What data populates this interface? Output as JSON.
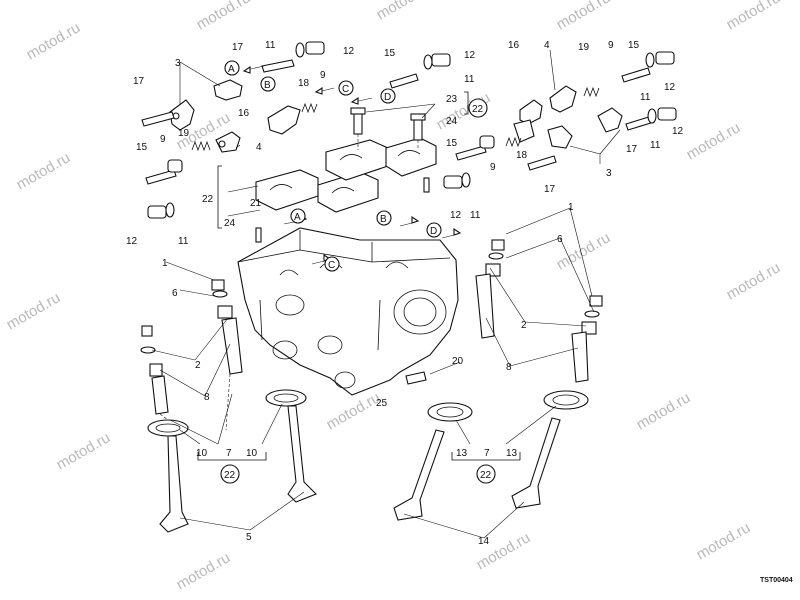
{
  "watermark": "motod.ru",
  "drawing_code": "TST00404",
  "labels": {
    "l1": "1",
    "l2": "2",
    "l3": "3",
    "l4": "4",
    "l5": "5",
    "l6": "6",
    "l7": "7",
    "l8": "8",
    "l9": "9",
    "l10": "10",
    "l11": "11",
    "l12": "12",
    "l13": "13",
    "l14": "14",
    "l15": "15",
    "l16": "16",
    "l17": "17",
    "l18": "18",
    "l19": "19",
    "l20": "20",
    "l21": "21",
    "l22": "22",
    "l23": "23",
    "l24": "24",
    "l25": "25"
  },
  "letters": {
    "a": "A",
    "b": "B",
    "c": "C",
    "d": "D"
  },
  "kit_badge": "22"
}
